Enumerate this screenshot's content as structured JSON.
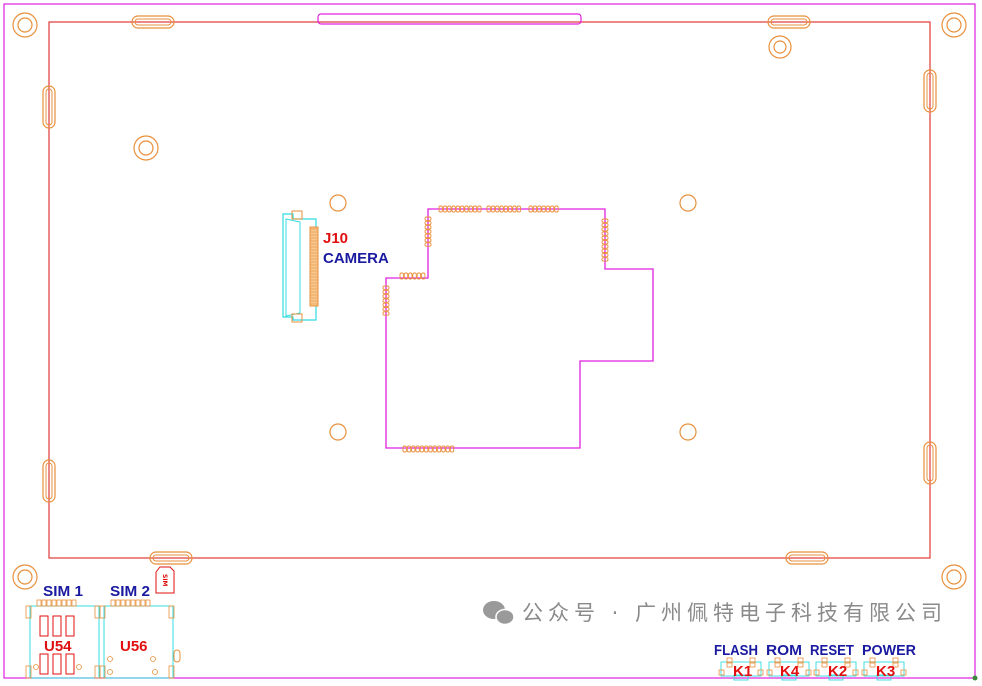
{
  "colors": {
    "board_outline": "#e020e0",
    "keepout": "#e03838",
    "pad": "#e8903c",
    "silkscreen": "#30dce0",
    "label_blue": "#1a1aa0",
    "label_red": "#e01010"
  },
  "connector": {
    "ref": "J10",
    "name": "CAMERA"
  },
  "sim": [
    {
      "name": "SIM 1",
      "ref": "U54"
    },
    {
      "name": "SIM 2",
      "ref": "U56"
    }
  ],
  "sim_icon_text": "SIM",
  "keys": [
    {
      "name": "FLASH",
      "ref": "K1"
    },
    {
      "name": "ROM",
      "ref": "K4"
    },
    {
      "name": "RESET",
      "ref": "K2"
    },
    {
      "name": "POWER",
      "ref": "K3"
    }
  ],
  "watermark": {
    "icon": "wechat-icon",
    "text": "公众号 · 广州佩特电子科技有限公司"
  }
}
